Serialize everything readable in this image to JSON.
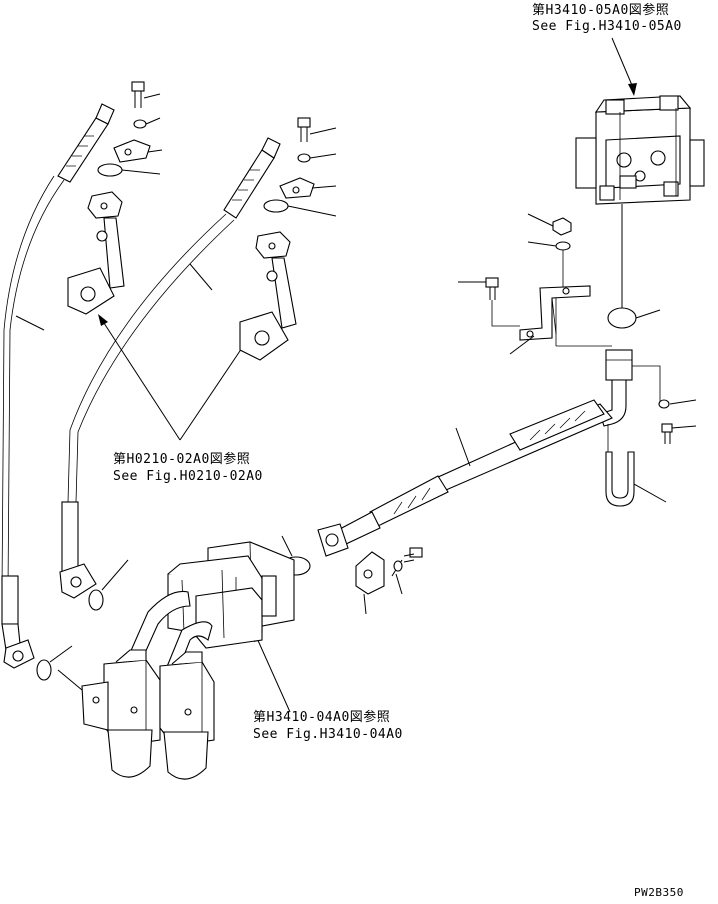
{
  "refs": {
    "top_right": {
      "jp": "第H3410-05A0図参照",
      "en": "See Fig.H3410-05A0"
    },
    "middle": {
      "jp": "第H0210-02A0図参照",
      "en": "See Fig.H0210-02A0"
    },
    "bottom": {
      "jp": "第H3410-04A0図参照",
      "en": "See Fig.H3410-04A0"
    }
  },
  "drawing_code": "PW2B350"
}
